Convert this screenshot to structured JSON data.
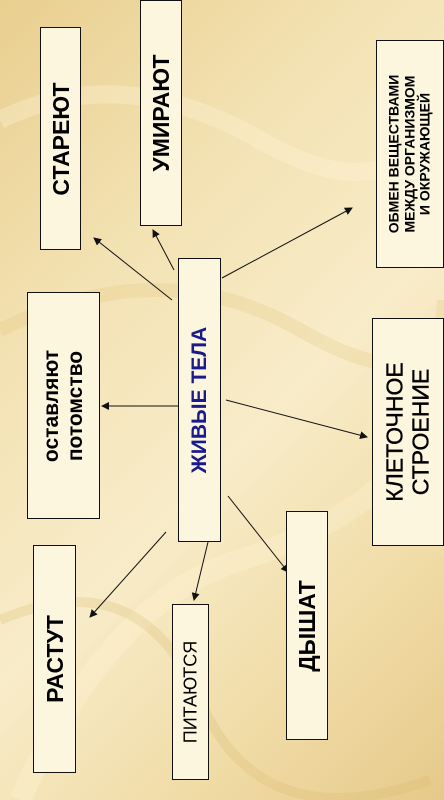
{
  "diagram": {
    "center": "ЖИВЫЕ ТЕЛА",
    "colors": {
      "center_text": "#1a1a8c",
      "box_fill": "#fcf6df",
      "border": "#111111"
    },
    "nodes": {
      "stareyut": "СТАРЕЮТ",
      "umirayut": "УМИРАЮТ",
      "obmen": [
        "ОБМЕН ВЕЩЕСТВАМИ",
        "МЕЖДУ ОРГАНИЗМОМ",
        "И ОКРУЖАЮЩЕЙ"
      ],
      "ostavlyayut": [
        "оставляют",
        "потомство"
      ],
      "kletochnoe": [
        "КЛЕТОЧНОЕ",
        "СТРОЕНИЕ"
      ],
      "rastut": "РАСТУТ",
      "pitayutsya": "ПИТАЮТСЯ",
      "dyshat": "ДЫШАТ"
    }
  }
}
